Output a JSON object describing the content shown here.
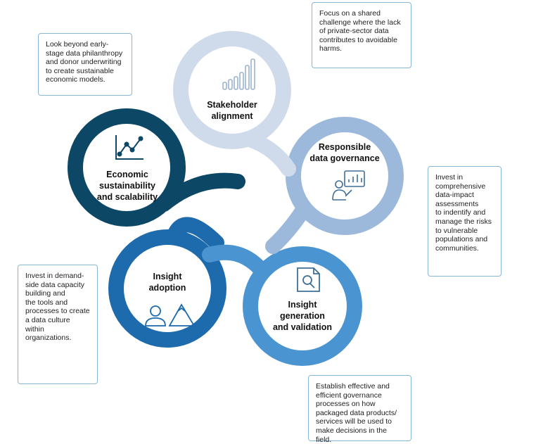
{
  "stages": [
    {
      "id": "stakeholder",
      "label": "Stakeholder\nalignment",
      "color": "#cfdbeb",
      "icon": "bar-chart-icon"
    },
    {
      "id": "governance",
      "label": "Responsible\ndata governance",
      "color": "#9cb9db",
      "icon": "presenter-icon"
    },
    {
      "id": "insight_generation",
      "label": "Insight\ngeneration\nand validation",
      "color": "#4a94d2",
      "icon": "document-search-icon"
    },
    {
      "id": "insight_adoption",
      "label": "Insight\nadoption",
      "color": "#1d6aad",
      "icon": "person-mountain-icon"
    },
    {
      "id": "economic",
      "label": "Economic\nsustainability\nand scalability",
      "color": "#0d4766",
      "icon": "line-chart-icon"
    }
  ],
  "notes": {
    "stakeholder": "Focus on a shared\nchallenge where the lack\nof private-sector data\ncontributes to avoidable\nharms.",
    "economic": "Look beyond early-\nstage data philanthropy\nand donor underwriting\nto create sustainable\neconomic models.",
    "governance": "Invest in\ncomprehensive\ndata-impact\nassessments\nto indentify and\nmanage the risks\nto vulnerable\npopulations and\ncommunities.",
    "insight_adoption": "Invest in demand-\nside data capacity\nbuilding and\nthe tools and\nprocesses to create\na data culture within\norganizations.",
    "insight_generation": "Establish effective and\nefficient governance\nprocesses on how\npackaged data products/\nservices will be used to\nmake decisions in the field."
  },
  "colors": {
    "note_border": "#8ab6d6",
    "icon_stroke": "#3f6f99"
  }
}
